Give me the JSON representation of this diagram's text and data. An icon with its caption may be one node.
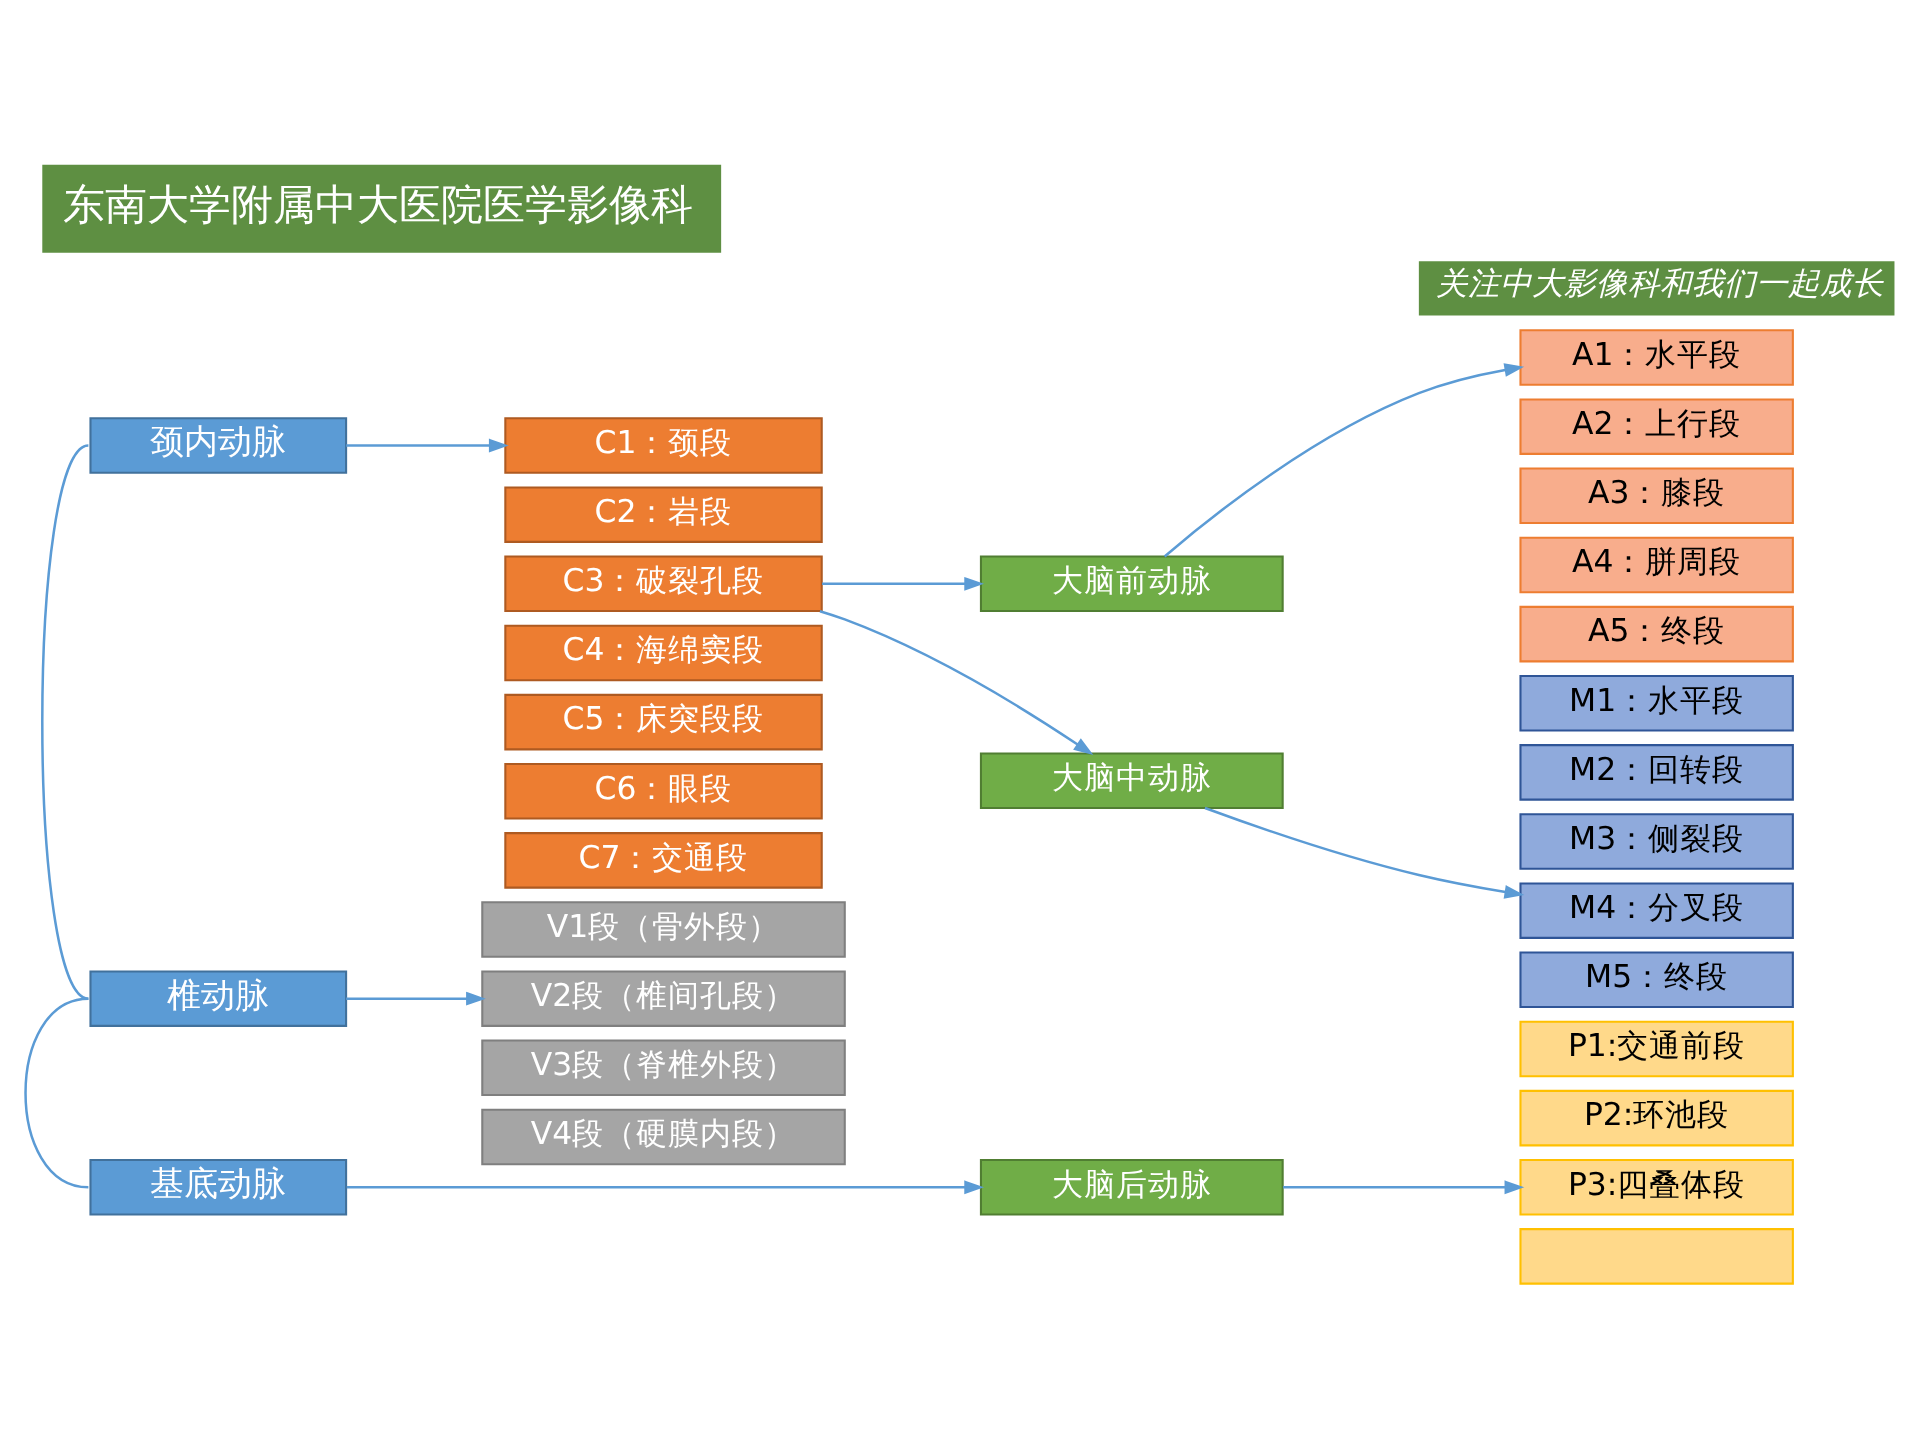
{
  "diagram": {
    "title": "东南大学附属中大医院医学影像科",
    "nodes": [
      {
        "text": [
          "颈内动脉"
        ]
      },
      {
        "text": [
          "C1：颈段"
        ]
      },
      {
        "text": [
          "C2：岩段"
        ]
      },
      {
        "text": [
          "C3：破裂孔段"
        ]
      },
      {
        "text": [
          "C4：海绵窦段"
        ]
      },
      {
        "text": [
          "C5：床突段段"
        ]
      },
      {
        "text": [
          "C6：眼段"
        ]
      },
      {
        "text": [
          "C7：交通段"
        ]
      },
      {
        "text": [
          "大脑前动脉"
        ]
      },
      {
        "text": [
          "大脑中动脉"
        ]
      },
      {
        "text": [
          "A1：水平段"
        ]
      },
      {
        "text": [
          "A2：上行段"
        ]
      },
      {
        "text": [
          "A3：膝段"
        ]
      },
      {
        "text": [
          "A4：胼周段"
        ]
      },
      {
        "text": [
          "A5：终段"
        ]
      },
      {
        "text": [
          "M1：水平段"
        ]
      },
      {
        "text": [
          "M2：回转段"
        ]
      },
      {
        "text": [
          "M3：侧裂段"
        ]
      },
      {
        "text": [
          "M4：分叉段"
        ]
      },
      {
        "text": [
          "M5：终段"
        ]
      },
      {
        "text": [
          "椎动脉"
        ]
      },
      {
        "text": [
          "V1段（骨外段）"
        ]
      },
      {
        "text": [
          "V2段（椎间孔段）"
        ]
      },
      {
        "text": [
          "V3段（脊椎外段）"
        ]
      },
      {
        "text": [
          "V4段（硬膜内段）"
        ]
      },
      {
        "text": [
          "基底动脉"
        ]
      },
      {
        "text": [
          "大脑后动脉"
        ]
      },
      {
        "text": [
          "P1:交通前段"
        ]
      },
      {
        "text": [
          "P2:环池段"
        ]
      },
      {
        "text": [
          "P3:四叠体段"
        ]
      },
      {
        "text": [],
        "shape": "box"
      }
    ],
    "edges": [
      {
        "from": 0,
        "to": 1,
        "arrow": "to"
      },
      {
        "from": 3,
        "to": 8,
        "arrow": "to"
      },
      {
        "from": 3,
        "to": 9,
        "arrow": "to"
      },
      {
        "from": 8,
        "to": 10,
        "arrow": "to"
      },
      {
        "from": 9,
        "to": 18,
        "arrow": "to"
      },
      {
        "from": 20,
        "to": 22,
        "arrow": "to"
      },
      {
        "from": 25,
        "to": 26,
        "arrow": "to"
      },
      {
        "from": 26,
        "to": 29,
        "arrow": "to"
      },
      {
        "from": 0,
        "to": 20,
        "arrow": "none"
      },
      {
        "from": 20,
        "to": 25,
        "arrow": "none"
      }
    ],
    "labels": [
      "关注中大影像科和我们一起成长"
    ]
  }
}
